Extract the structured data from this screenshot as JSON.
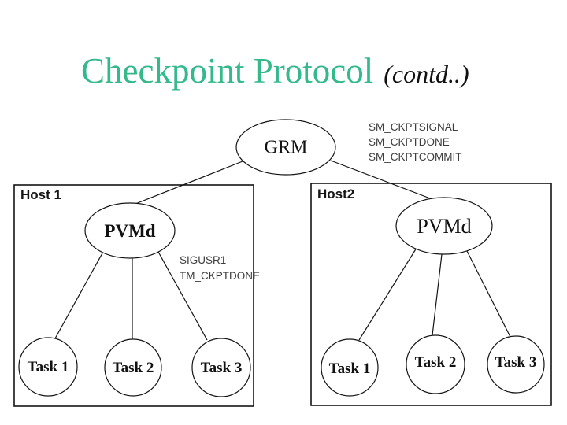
{
  "slide": {
    "title": "Checkpoint Protocol",
    "subtitle": "(contd..)",
    "title_color": "#33b98a"
  },
  "diagram": {
    "grm": {
      "label": "GRM"
    },
    "grm_messages": [
      "SM_CKPTSIGNAL",
      "SM_CKPTDONE",
      "SM_CKPTCOMMIT"
    ],
    "hosts": [
      {
        "label": "Host 1",
        "pvmd_label": "PVMd",
        "signal_messages": [
          "SIGUSR1",
          "TM_CKPTDONE"
        ],
        "tasks": [
          "Task 1",
          "Task 2",
          "Task 3"
        ]
      },
      {
        "label": "Host2",
        "pvmd_label": "PVMd",
        "tasks": [
          "Task 1",
          "Task 2",
          "Task 3"
        ]
      }
    ]
  }
}
